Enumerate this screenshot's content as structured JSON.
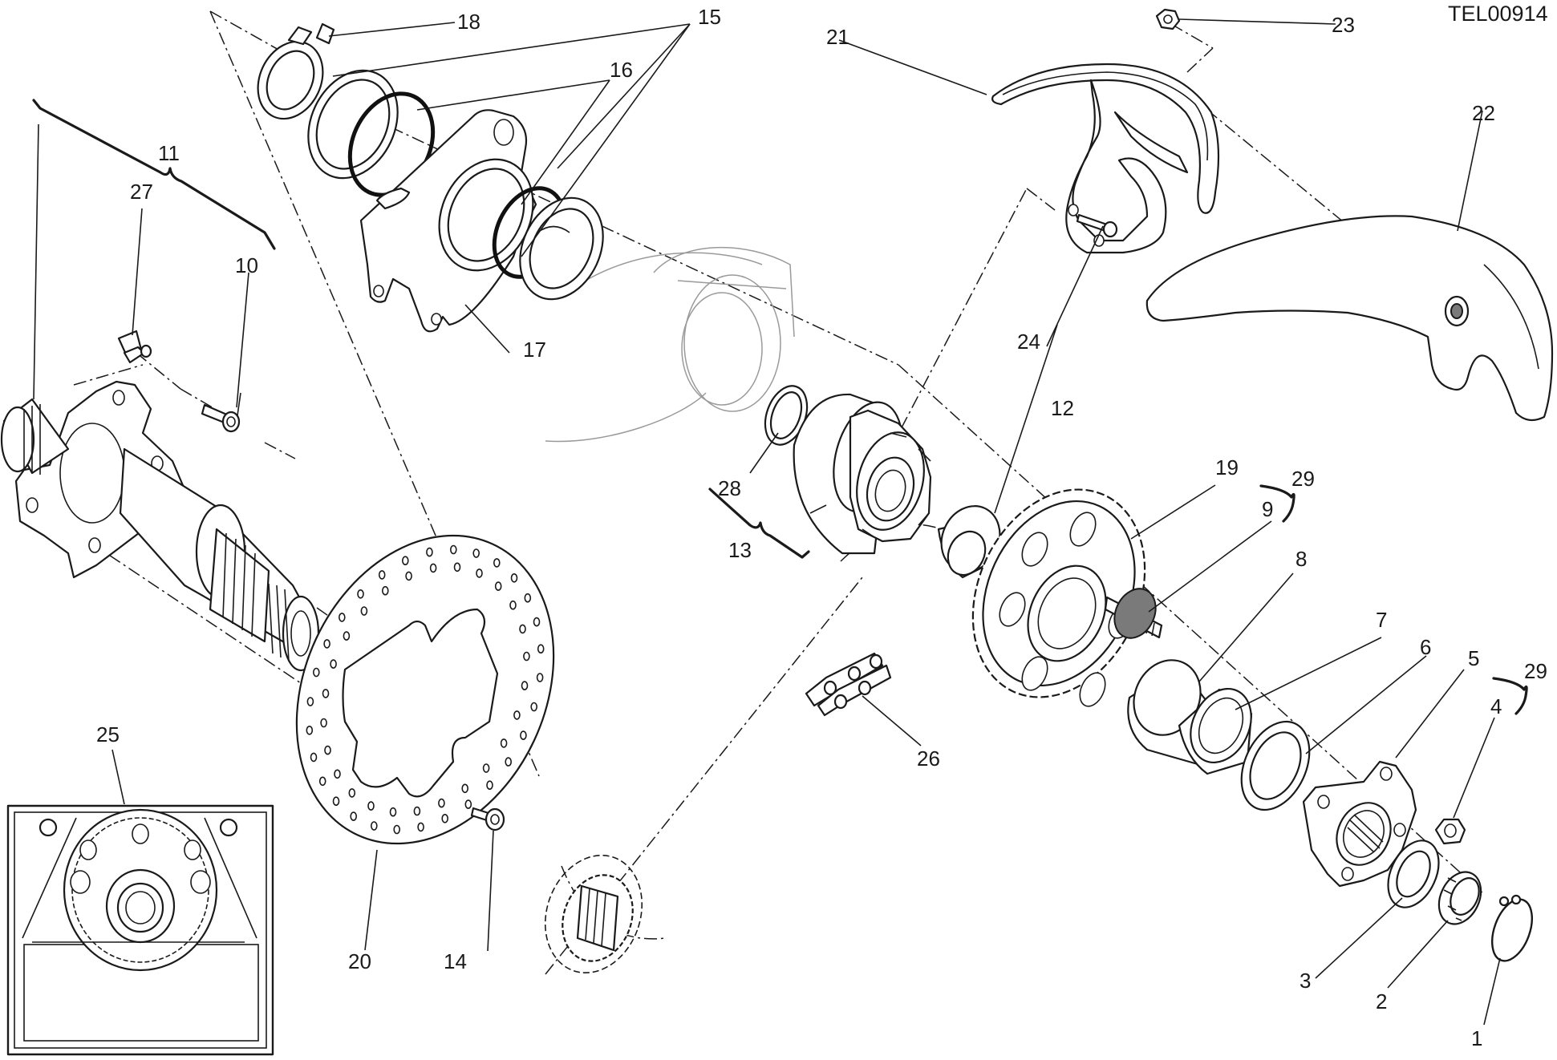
{
  "diagram": {
    "reference_code": "TEL00914",
    "callouts": {
      "c1": "1",
      "c2": "2",
      "c3": "3",
      "c4": "4",
      "c5": "5",
      "c6": "6",
      "c7": "7",
      "c8": "8",
      "c9": "9",
      "c10": "10",
      "c11": "11",
      "c12": "12",
      "c13": "13",
      "c14": "14",
      "c15": "15",
      "c16": "16",
      "c17": "17",
      "c18": "18",
      "c19": "19",
      "c20": "20",
      "c21": "21",
      "c22": "22",
      "c23": "23",
      "c24": "24",
      "c25": "25",
      "c26": "26",
      "c27": "27",
      "c28": "28",
      "c29a": "29",
      "c29b": "29"
    }
  }
}
